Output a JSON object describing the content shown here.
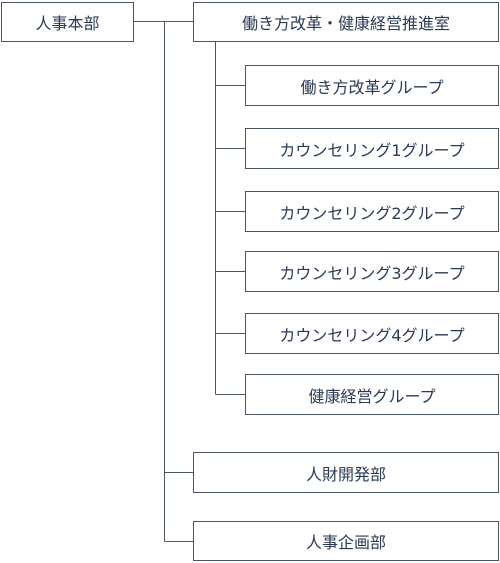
{
  "org_chart": {
    "root": {
      "label": "人事本部"
    },
    "office": {
      "label": "働き方改革・健康経営推進室",
      "groups": [
        {
          "label": "働き方改革グループ"
        },
        {
          "label": "カウンセリング1グループ"
        },
        {
          "label": "カウンセリング2グループ"
        },
        {
          "label": "カウンセリング3グループ"
        },
        {
          "label": "カウンセリング4グループ"
        },
        {
          "label": "健康経営グループ"
        }
      ]
    },
    "departments": [
      {
        "label": "人財開発部"
      },
      {
        "label": "人事企画部"
      }
    ]
  }
}
